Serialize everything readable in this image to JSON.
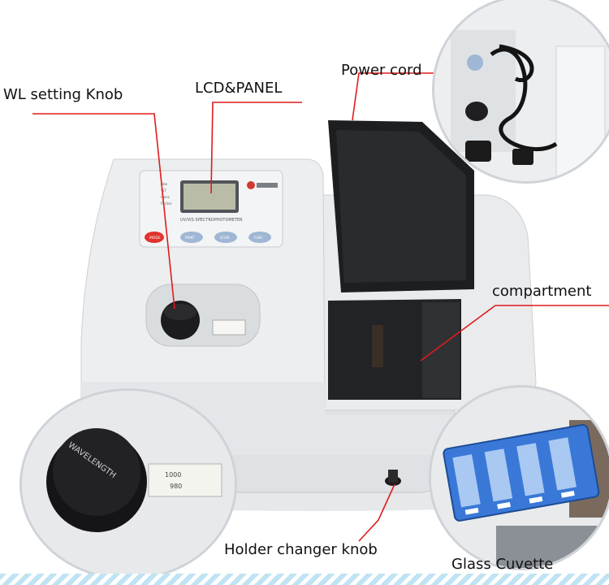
{
  "labels": {
    "wl_knob": "WL setting Knob",
    "lcd_panel": "LCD&PANEL",
    "power_cord": "Power cord",
    "compartment": "compartment",
    "holder_knob": "Holder changer knob",
    "glass_cuvette": "Glass Cuvette"
  },
  "device": {
    "title_plate": "UV/VIS SPECTROPHOTOMETER",
    "mode_button": "MODE",
    "panel_buttons": [
      "PRINT",
      "0/100",
      "FUNC"
    ],
    "indicator_labels": [
      "Abs",
      "%T",
      "Conc",
      "Factor"
    ],
    "knob_text": "WAVELENGTH",
    "scale_readings": [
      "1000",
      "980"
    ]
  },
  "colors": {
    "leader_line": "#e01b1b",
    "device_body": "#e4e6e8",
    "mode_button": "#e0342c",
    "cuvette_blue": "#2f6fd0",
    "stripe": "#bfe3f3"
  }
}
